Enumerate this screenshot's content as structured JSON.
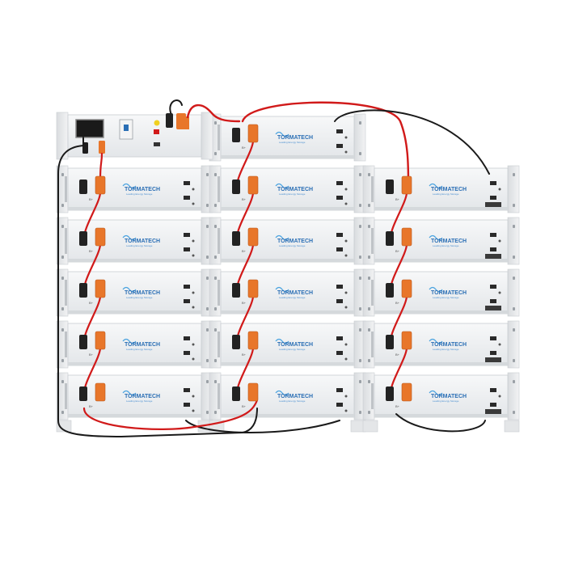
{
  "product": {
    "brand_logo_text": "TORMATECH",
    "brand_tagline": "Leading Energy Storage",
    "module_terminal_label": "B+"
  },
  "layout_spec": {
    "columns": 3,
    "rows_per_column": [
      6,
      6,
      5
    ],
    "controller_unit": "top of left column",
    "cable_colors": {
      "positive": "#d11a1a",
      "negative": "#1a1a1a",
      "connector": "#e8762a"
    }
  }
}
